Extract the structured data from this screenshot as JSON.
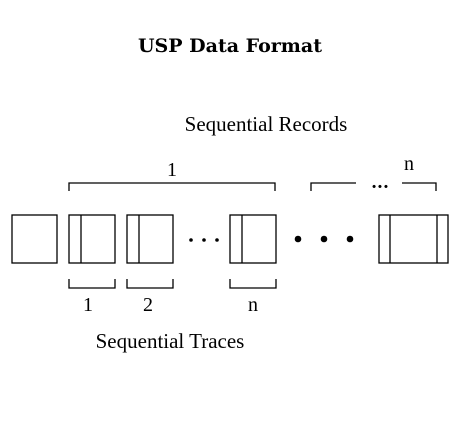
{
  "title": "USP Data Format",
  "records": {
    "heading": "Sequential Records",
    "first_label": "1",
    "last_label": "n",
    "ellipsis": "..."
  },
  "traces": {
    "heading": "Sequential Traces",
    "labels": [
      "1",
      "2",
      "n"
    ]
  }
}
